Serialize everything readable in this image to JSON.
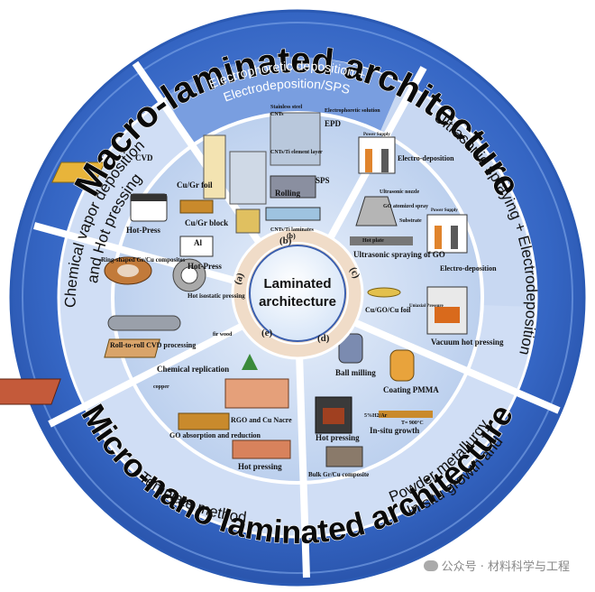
{
  "center": {
    "line1": "Laminated",
    "line2": "architecture"
  },
  "outer": {
    "top_title": "Macro-laminated architecture",
    "bottom_title": "Micro-nano laminated architecture"
  },
  "sectors": {
    "a": {
      "tag": "(a)",
      "label_line1": "Chemical vapor deposition",
      "label_line2": "and Hot pressing"
    },
    "b": {
      "tag": "(b)",
      "label_line1": "Electrophoretic deposition +",
      "label_line2": "Electrodeposition/SPS"
    },
    "c": {
      "tag": "(c)",
      "label": "Ultrasonic spraying + Electrodeposition"
    },
    "d": {
      "tag": "(d)",
      "label_line1": "In situ growth and",
      "label_line2": "Powder metallurgy"
    },
    "e": {
      "tag": "(e)",
      "label": "Template method"
    }
  },
  "inner_labels": {
    "a": [
      "CVD",
      "Cu/Gr foil",
      "Cu/Gr block",
      "Hot-Press",
      "Al",
      "Hot-Press",
      "Ring-shaped Gr/Cu composites",
      "Hot isostatic pressing",
      "Roll-to-roll CVD processing"
    ],
    "b": [
      "Stainless steel",
      "CNTs",
      "Electrophoretic solution",
      "EPD",
      "CNTs/Ti element layer",
      "SPS",
      "Rolling",
      "CNTs/Ti laminates",
      "(b)"
    ],
    "c": [
      "Power Supply",
      "Electro-deposition",
      "Ultrasonic nozzle",
      "GO atomized spray",
      "Substrate",
      "Hot plate",
      "Ultrasonic spraying of GO",
      "Power Supply",
      "Electro-deposition",
      "Cu/GO/Cu foil",
      "Uniaxial Pressure",
      "Vacuum hot pressing"
    ],
    "d": [
      "Ball milling",
      "Coating PMMA",
      "5%H2/Ar",
      "T= 900°C",
      "In-situ growth",
      "Hot pressing",
      "Bulk Gr/Cu composite"
    ],
    "e": [
      "fir wood",
      "Chemical replication",
      "copper",
      "GO absorption and reduction",
      "RGO and Cu Nacre",
      "Hot pressing"
    ]
  },
  "watermark": "公众号 · 材料科学与工程",
  "colors": {
    "outer_ring": "#3566c4",
    "outer_ring_light": "#5f8bdc",
    "sector_band": "#d6e2f6",
    "sector_fill": "#c4d7f1",
    "inner_ring": "#efd9c6",
    "divider": "#ffffff",
    "text_dark": "#0a0a0a",
    "title_stroke": "#ffffff"
  }
}
